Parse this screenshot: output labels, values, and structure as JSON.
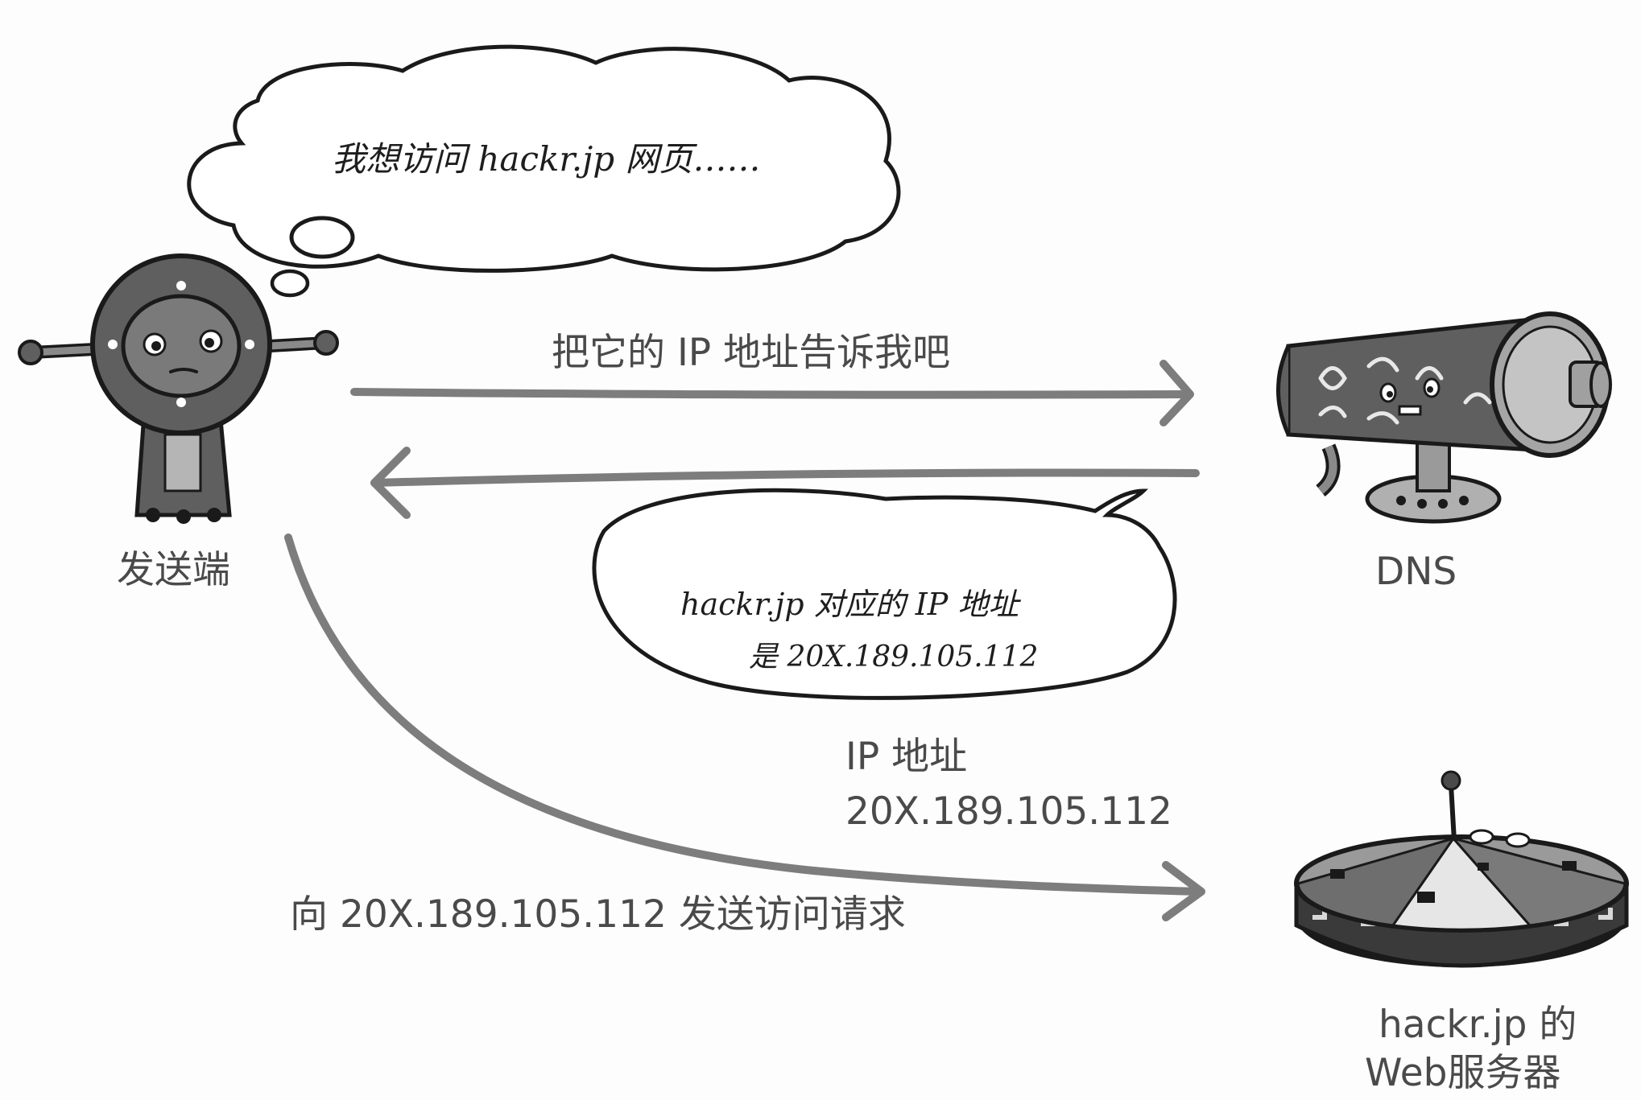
{
  "thought_bubble": {
    "text": "我想访问 hackr.jp 网页……"
  },
  "sender": {
    "label": "发送端",
    "icon": "robot-icon"
  },
  "dns": {
    "label": "DNS",
    "icon": "dns-server-icon"
  },
  "web_server": {
    "label_line1": "hackr.jp 的",
    "label_line2": "Web服务器",
    "icon": "web-server-icon"
  },
  "request_arrow": {
    "label": "把它的 IP 地址告诉我吧"
  },
  "speech_bubble": {
    "line1": "hackr.jp 对应的 IP 地址",
    "line2": "是 20X.189.105.112"
  },
  "ip_info": {
    "line1": "IP 地址",
    "line2": "20X.189.105.112"
  },
  "access_arrow": {
    "label": "向 20X.189.105.112 发送访问请求"
  },
  "colors": {
    "arrow": "#7d7d7d",
    "outline": "#1a1a1a",
    "body_dark": "#5f5f5f",
    "body_mid": "#a9a9a9",
    "label": "#4a4a4a"
  }
}
